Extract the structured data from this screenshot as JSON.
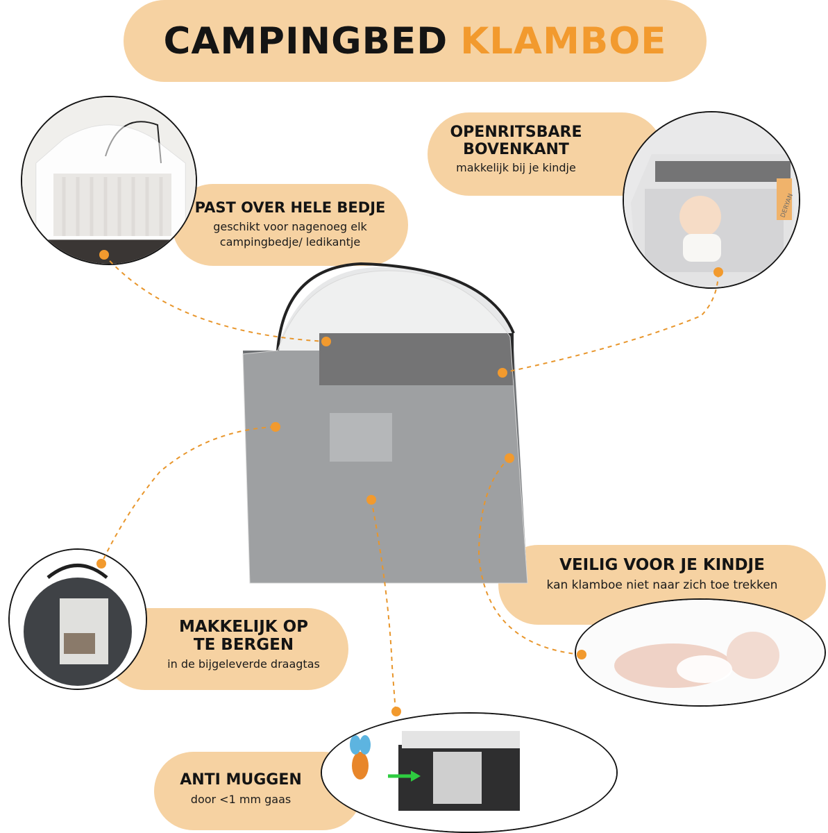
{
  "title": {
    "part1": "CAMPINGBED",
    "part2": "KLAMBOE"
  },
  "features": {
    "past": {
      "heading": "PAST OVER HELE BEDJE",
      "line1": "geschikt voor nagenoeg elk",
      "line2": "campingbedje/ ledikantje"
    },
    "open": {
      "heading1": "OPENRITSBARE",
      "heading2": "BOVENKANT",
      "line1": "makkelijk bij je kindje"
    },
    "veilig": {
      "heading": "VEILIG VOOR JE KINDJE",
      "line1": "kan klamboe niet naar zich toe trekken"
    },
    "opbergen": {
      "heading1": "MAKKELIJK OP",
      "heading2": "TE BERGEN",
      "line1": "in de bijgeleverde draagtas"
    },
    "muggen": {
      "heading": "ANTI MUGGEN",
      "line1": "door <1 mm gaas"
    }
  },
  "brand_label": "DERYAN",
  "colors": {
    "accent": "#f29a2e",
    "pill": "#f6d2a2",
    "text": "#141414"
  }
}
